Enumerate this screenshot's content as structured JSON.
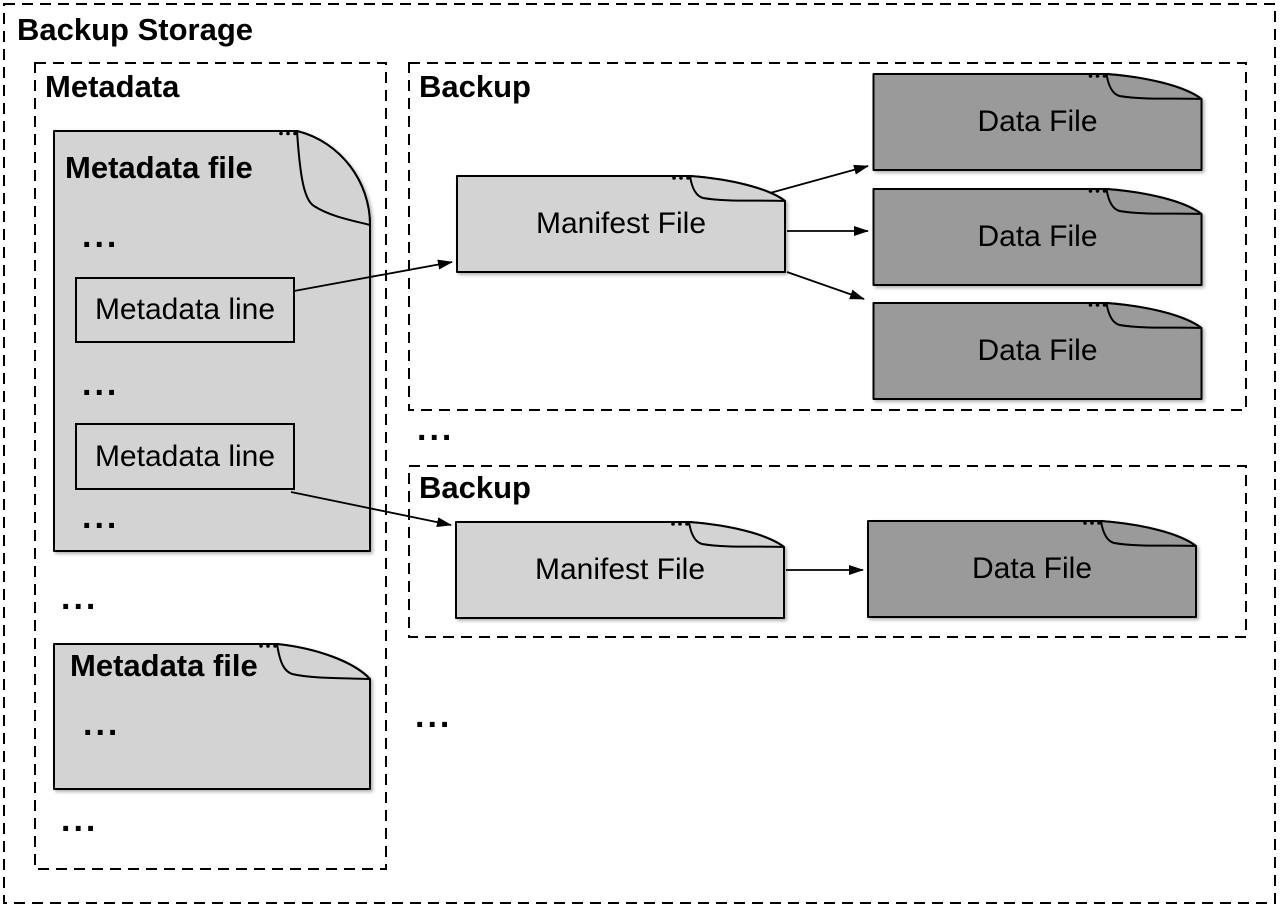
{
  "backup_storage": {
    "label": "Backup Storage"
  },
  "colors": {
    "document_fill": "#d3d3d3",
    "data_file_fill": "#9a9a9a",
    "line_color": "#000000",
    "background": "#ffffff"
  },
  "metadata": {
    "label": "Metadata",
    "file1": {
      "title": "Metadata file",
      "dots1": "...",
      "line1": "Metadata line",
      "dots2": "...",
      "line2": "Metadata line",
      "dots3": "..."
    },
    "dots_between_files": "...",
    "file2": {
      "title": "Metadata file",
      "dots": "..."
    },
    "dots_after": "..."
  },
  "backups": {
    "backup1": {
      "label": "Backup",
      "manifest": "Manifest File",
      "data_files": [
        "Data File",
        "Data File",
        "Data File"
      ]
    },
    "dots_between": "...",
    "backup2": {
      "label": "Backup",
      "manifest": "Manifest File",
      "data_files": [
        "Data File"
      ]
    },
    "dots_after": "..."
  }
}
